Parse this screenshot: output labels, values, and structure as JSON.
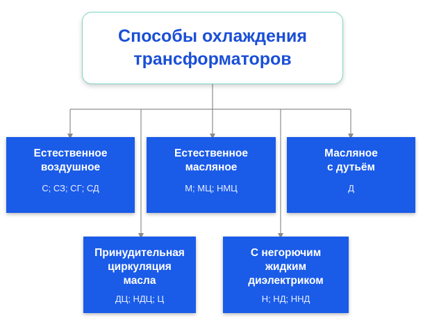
{
  "title": "Способы охлаждения\nтрансформаторов",
  "colors": {
    "node_fill": "#1a5be8",
    "title_text": "#1a4fd6",
    "title_border": "#7ed8c4",
    "connector": "#8c8c8c"
  },
  "nodes": [
    {
      "title": "Естественное\nвоздушное",
      "codes": "С; СЗ; СГ; СД"
    },
    {
      "title": "Естественное\nмасляное",
      "codes": "М; МЦ; НМЦ"
    },
    {
      "title": "Масляное\nс дутьём",
      "codes": "Д"
    },
    {
      "title": "Принудительная\nциркуляция\nмасла",
      "codes": "ДЦ; НДЦ; Ц"
    },
    {
      "title": "С негорючим\nжидким\nдиэлектриком",
      "codes": "Н; НД; ННД"
    }
  ]
}
